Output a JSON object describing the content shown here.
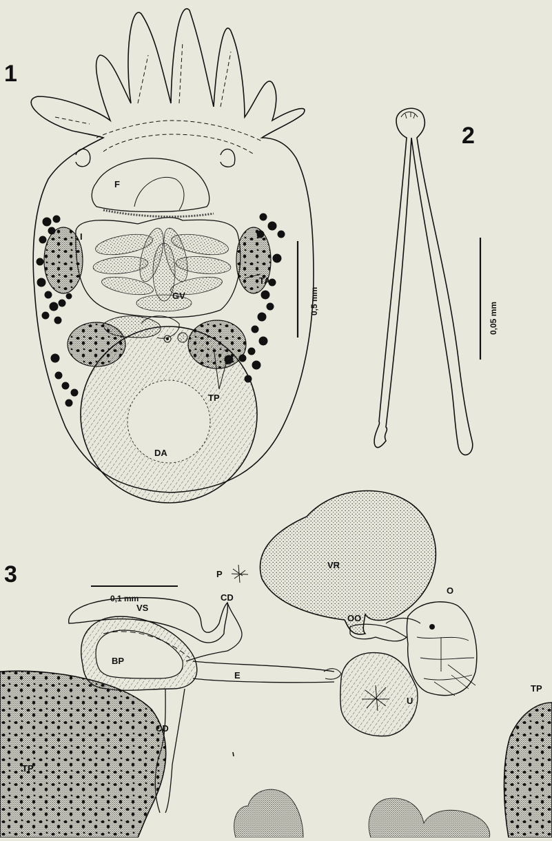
{
  "figures": {
    "fig1": {
      "number": "1",
      "labels": {
        "F": "F",
        "I": "I",
        "TA": "TA",
        "GV": "GV",
        "TP": "TP",
        "DA": "DA"
      },
      "scale_label": "0,5 mm"
    },
    "fig2": {
      "number": "2",
      "scale_label": "0,05 mm"
    },
    "fig3": {
      "number": "3",
      "labels": {
        "VR": "VR",
        "P": "P",
        "VS": "VS",
        "CD": "CD",
        "OO": "OO",
        "O": "O",
        "BP": "BP",
        "E": "E",
        "U": "U",
        "TP": "TP"
      },
      "scale_label": "0,1 mm"
    }
  },
  "colors": {
    "background": "#e8e8dc",
    "ink": "#111111",
    "stipple": "#6b6b60"
  }
}
